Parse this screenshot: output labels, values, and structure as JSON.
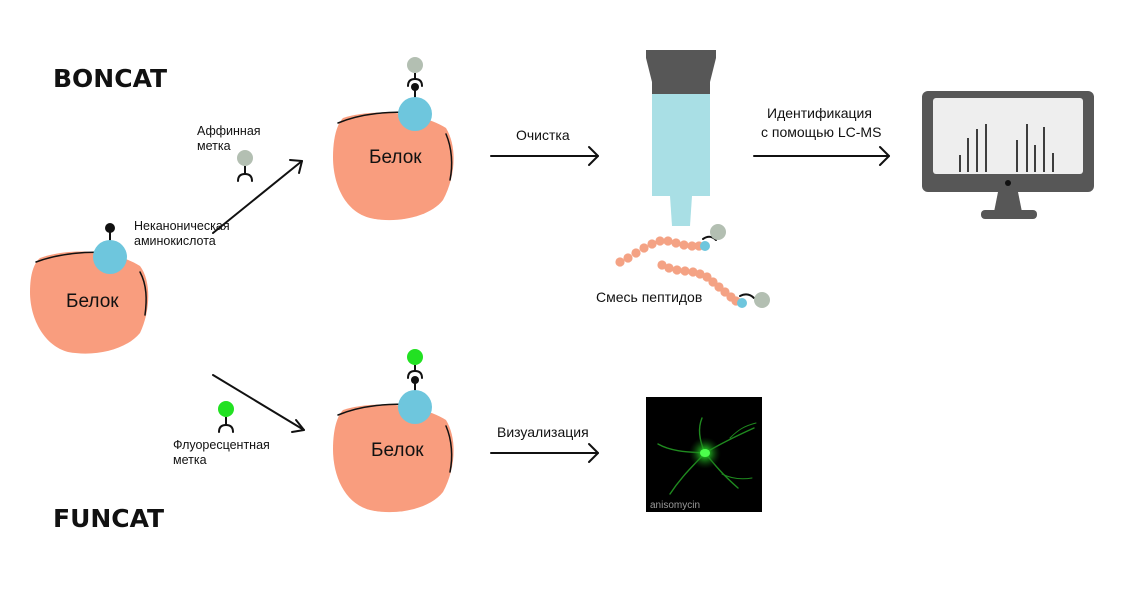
{
  "titles": {
    "boncat": "BONCAT",
    "funcat": "FUNCAT"
  },
  "labels": {
    "affinity_tag": [
      "Аффинная",
      "метка"
    ],
    "noncanonical_aa": [
      "Неканоническая",
      "аминокислота"
    ],
    "fluorescent_tag": [
      "Флуоресцентная",
      "метка"
    ],
    "protein": "Белок",
    "purification": "Очистка",
    "identification": [
      "Идентификация",
      "с помощью LC-MS"
    ],
    "peptide_mix": "Смесь пептидов",
    "visualization": "Визуализация",
    "micrograph_caption": "anisomycin"
  },
  "icons": {
    "chromatography_column": "chromatography-column-icon",
    "monitor": "monitor-icon",
    "peptide_chain": "peptide-chain-icon",
    "micrograph": "neuron-micrograph"
  },
  "colors": {
    "protein": "#f99d7e",
    "amino_acid": "#6ec6dd",
    "affinity_tag": "#b3bfb2",
    "fluorescent_tag": "#22e122",
    "peptide": "#f4a284",
    "column_body": "#a9dfe5",
    "column_cap": "#575757",
    "monitor_frame": "#575757",
    "monitor_screen": "#eeeeee",
    "ink": "#111111",
    "micrograph_bg": "#000000"
  }
}
